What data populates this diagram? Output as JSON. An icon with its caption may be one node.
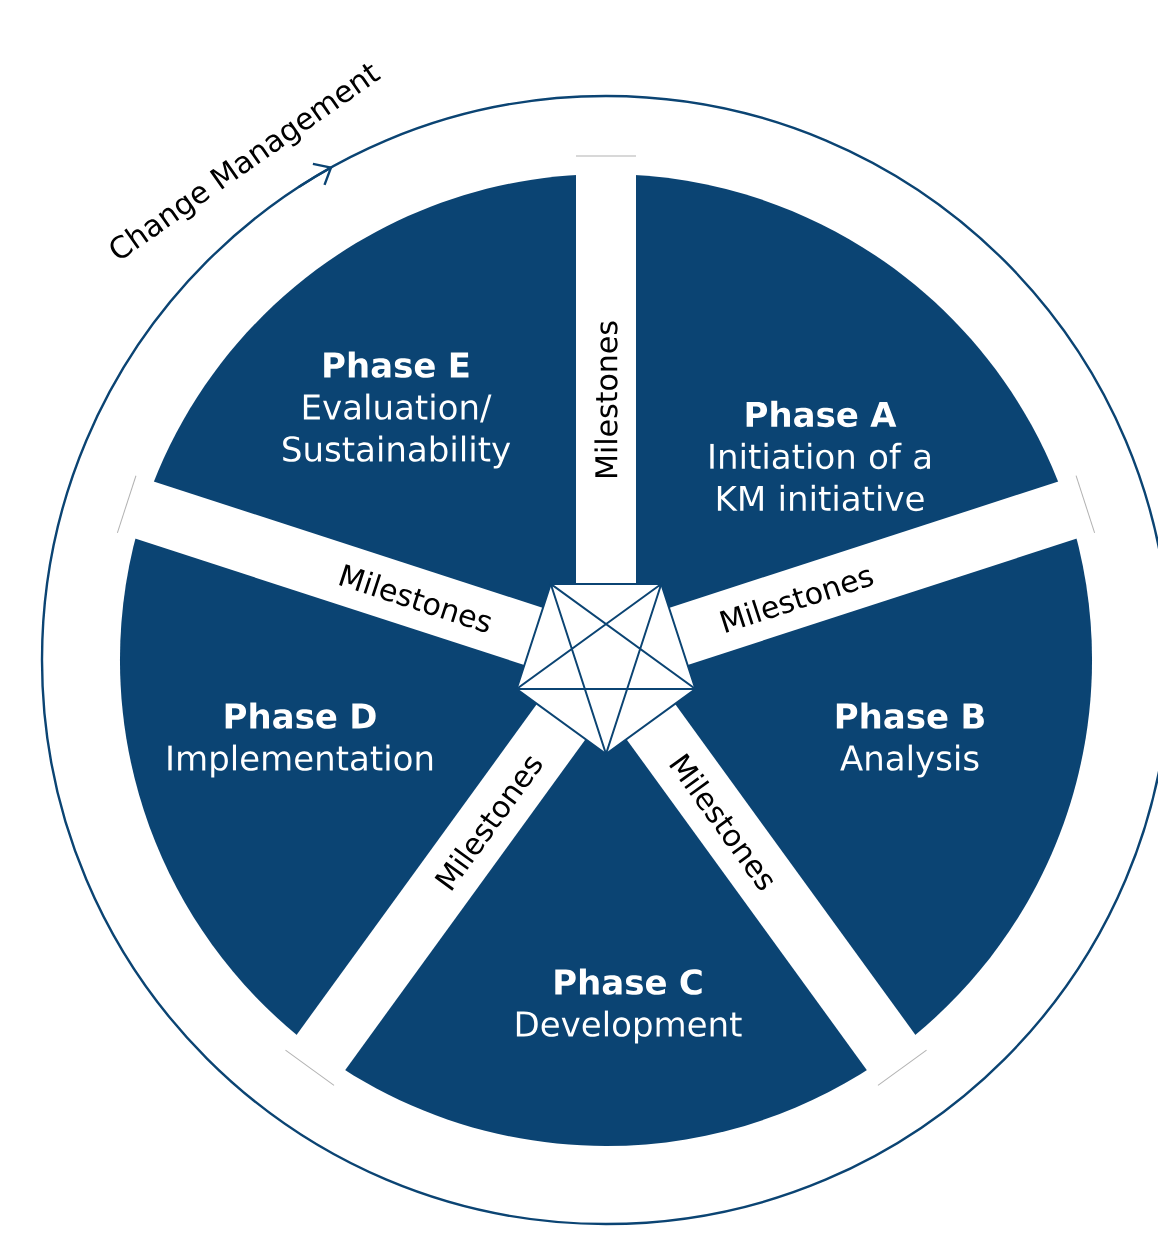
{
  "diagram": {
    "nodes": [
      {
        "text": [
          "Phase A",
          "Initiation of a KM initiative"
        ]
      },
      {
        "text": [
          "Phase B",
          "Analysis"
        ]
      },
      {
        "text": [
          "Phase C",
          "Development"
        ]
      },
      {
        "text": [
          "Phase D",
          "Implementation"
        ]
      },
      {
        "text": [
          "Phase E",
          "Evaluation/ Sustainability"
        ]
      }
    ],
    "labels": [
      "Change Management",
      "Milestones",
      "Milestones",
      "Milestones",
      "Milestones",
      "Milestones"
    ]
  }
}
